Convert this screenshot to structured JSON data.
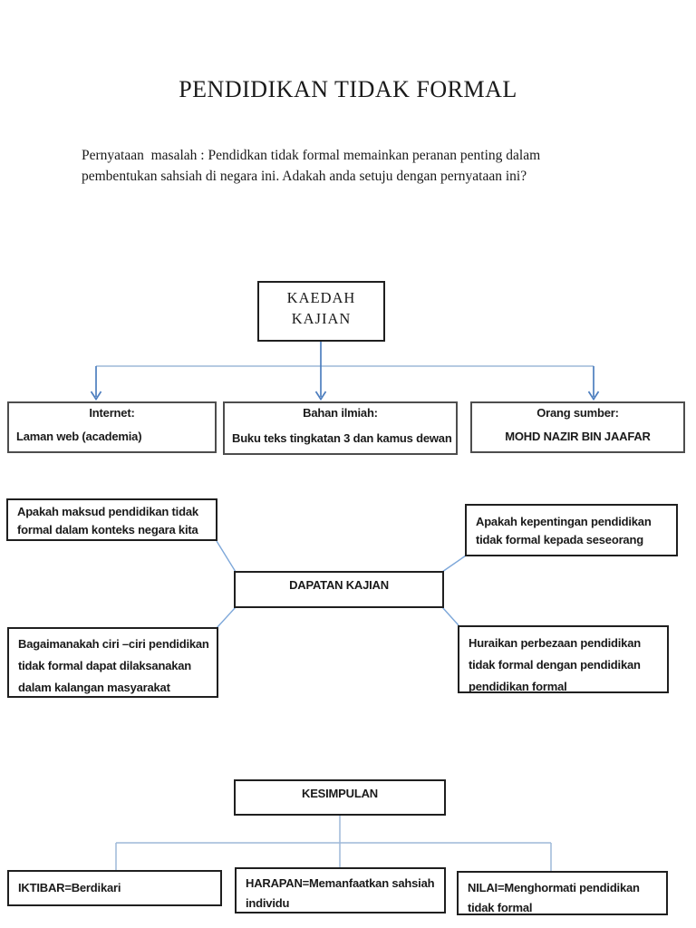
{
  "document": {
    "title": "PENDIDIKAN TIDAK FORMAL",
    "problem_statement_lines": [
      "Pernyataan  masalah : Pendidkan tidak formal memainkan peranan penting dalam",
      "pembentukan sahsiah di negara ini. Adakah anda setuju dengan pernyataan ini?"
    ]
  },
  "colors": {
    "arrow_blue": "#4d7ebf",
    "line_light_blue": "#9db8d9",
    "diagonal_blue": "#7da7d9",
    "box_border_black": "#1f1f1f",
    "box_border_gray": "#4d4d4d",
    "background": "#ffffff"
  },
  "method": {
    "label_lines": [
      "KAEDAH",
      "KAJIAN"
    ],
    "sources": [
      {
        "title": "Internet:",
        "detail": "Laman web (academia)"
      },
      {
        "title": "Bahan ilmiah:",
        "detail": "Buku teks tingkatan 3 dan kamus dewan"
      },
      {
        "title": "Orang sumber:",
        "detail": "MOHD NAZIR BIN JAAFAR"
      }
    ]
  },
  "findings": {
    "center_label": "DAPATAN KAJIAN",
    "questions": [
      {
        "lines": [
          "Apakah maksud pendidikan tidak",
          "formal dalam konteks negara kita"
        ]
      },
      {
        "lines": [
          "Apakah kepentingan pendidikan",
          "tidak formal kepada seseorang"
        ]
      },
      {
        "lines": [
          "Bagaimanakah ciri –ciri pendidikan",
          "tidak formal dapat dilaksanakan",
          "dalam kalangan masyarakat"
        ]
      },
      {
        "lines": [
          "Huraikan perbezaan pendidikan",
          "tidak formal dengan pendidikan",
          "pendidikan formal"
        ]
      }
    ]
  },
  "conclusion": {
    "center_label": "KESIMPULAN",
    "items": [
      {
        "lines": [
          "IKTIBAR=Berdikari",
          ""
        ]
      },
      {
        "lines": [
          "HARAPAN=Memanfaatkan sahsiah",
          "individu"
        ]
      },
      {
        "lines": [
          "NILAI=Menghormati pendidikan",
          "tidak formal"
        ]
      }
    ]
  }
}
